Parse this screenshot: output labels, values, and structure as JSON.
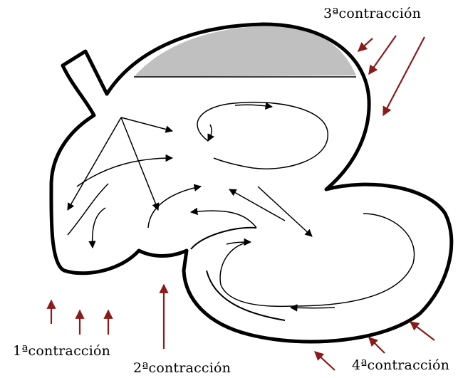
{
  "labels": {
    "first": "1ªcontracción",
    "second": "2ªcontracción",
    "third": "3ªcontracción",
    "fourth": "4ªcontracción"
  },
  "colors": {
    "outline": "#000000",
    "arrows": "#000000",
    "contraction_arrows": "#8b1a1a",
    "fill_region": "#c0c0c0",
    "background": "#ffffff"
  }
}
